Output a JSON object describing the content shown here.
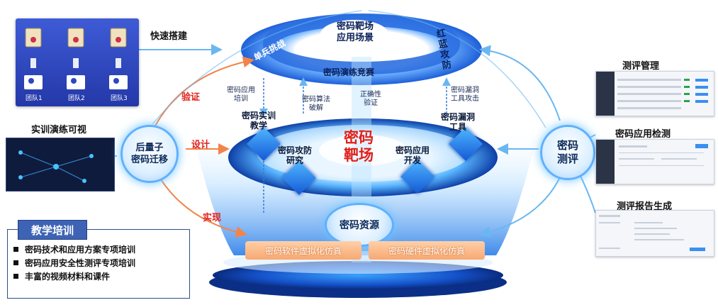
{
  "labels": {
    "quick_build": "快速搭建",
    "training_visual": "实训演练可视",
    "verify": "验证",
    "design": "设计",
    "implement": "实现",
    "eval_mgmt": "测评管理",
    "app_detect": "密码应用检测",
    "report_gen": "测评报告生成"
  },
  "teams": [
    "团队1",
    "团队2",
    "团队3"
  ],
  "ring_top": {
    "center": "密码靶场\n应用场景",
    "left": "单兵挑战",
    "right": "红蓝攻防",
    "bottom": "密码演练竞赛"
  },
  "links": {
    "a": "密码应用\n培训",
    "b": "密码算法\n破解",
    "c": "正确性\n验证",
    "d": "密码漏洞\n工具攻击"
  },
  "core": {
    "center": "密码\n靶场",
    "c1": "密码实训\n教学",
    "c2": "密码攻防\n研究",
    "c3": "密码应用\n开发",
    "c4": "密码漏洞\n工具"
  },
  "bubbles": {
    "left": "后量子\n密码迁移",
    "right": "密码\n测评",
    "bottom": "密码资源"
  },
  "buttons": {
    "sw": "密码软件虚拟化仿真",
    "hw": "密码硬件虚拟化仿真"
  },
  "training": {
    "title": "教学培训",
    "items": [
      "密码技术和应用方案专项培训",
      "密码应用安全性测评专项培训",
      "丰富的视频材料和课件"
    ]
  },
  "colors": {
    "accent_red": "#e0201a",
    "blue": "#1e6fe0",
    "orange": "#f2844a"
  }
}
